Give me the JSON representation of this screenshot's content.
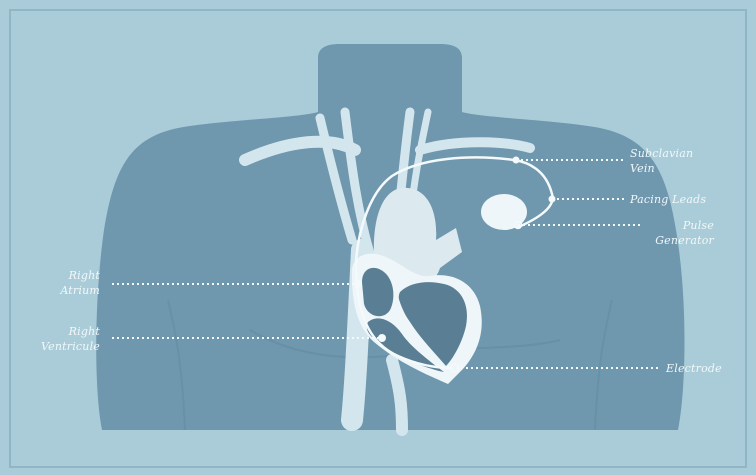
{
  "labels": {
    "subclavian_vein": "Subclavian\nVein",
    "pacing_leads": "Pacing Leads",
    "pulse_generator": "Pulse\nGenerator",
    "right_atrium": "Right\nAtrium",
    "right_ventricle": "Right\nVentricule",
    "electrode": "Electrode"
  },
  "colors": {
    "background": "#a9ccd8",
    "body": "#6f97ad",
    "body_shadow": "#5f879c",
    "vessel": "#d3e6ee",
    "heart_outline": "#eef6f9",
    "heart_chambers": "#5a7f95",
    "leader_line": "#f4f9fb",
    "frame": "#7da8b8"
  }
}
